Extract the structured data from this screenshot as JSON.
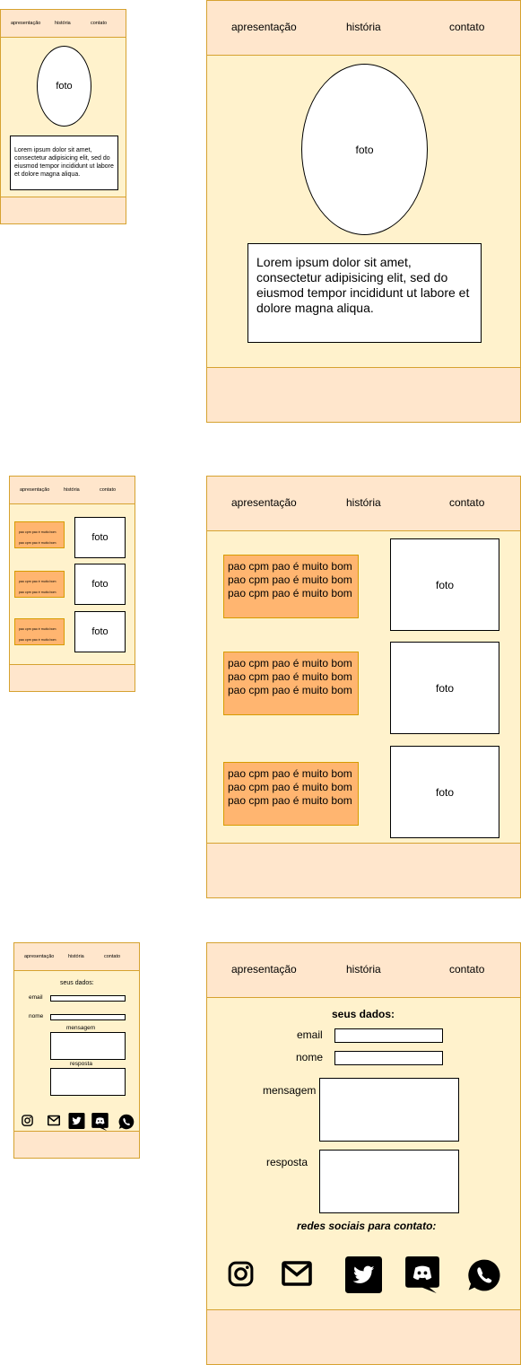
{
  "nav": {
    "apresentacao": "apresentação",
    "historia": "história",
    "contato": "contato"
  },
  "photo_label": "foto",
  "lorem": "Lorem ipsum dolor sit amet, consectetur adipisicing elit, sed do eiusmod tempor incididunt ut labore et dolore magna aliqua.",
  "pao_line": "pao cpm pao é muito bom",
  "form": {
    "title": "seus dados:",
    "email": "email",
    "nome": "nome",
    "mensagem": "mensagem",
    "resposta": "resposta",
    "social_title": "redes sociais para contato:"
  },
  "social_icons": [
    "instagram-icon",
    "email-icon",
    "twitter-icon",
    "discord-icon",
    "whatsapp-icon"
  ],
  "colors": {
    "frame_bg": "#fff2cc",
    "frame_border": "#d6a230",
    "band_bg": "#ffe6cc",
    "card_bg": "#ffb570",
    "card_border": "#d79b00"
  }
}
